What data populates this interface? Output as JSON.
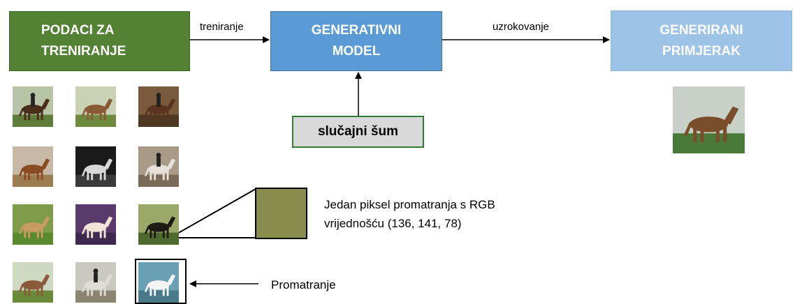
{
  "boxes": {
    "training_data": "PODACI ZA\nTRENIRANJE",
    "generative_model": "GENERATIVNI\nMODEL",
    "generated_sample": "GENERIRANI\nPRIMJERAK",
    "random_noise": "slučajni šum"
  },
  "edges": {
    "training": "treniranje",
    "sampling": "uzrokovanje"
  },
  "annotations": {
    "pixel_note": "Jedan piksel promatranja s RGB\nvrijednošću (136, 141, 78)",
    "observation": "Promatranje"
  },
  "colors": {
    "training_box": "#548235",
    "model_box": "#5b9bd5",
    "output_box": "#9dc3e6",
    "noise_box": "#d9d9d9",
    "pixel_swatch": "#888d4e"
  },
  "training_images": [
    {
      "bg": "#b8c4a6",
      "ground": "#5e7d3a",
      "horse": "#4a2d1a",
      "rider": true
    },
    {
      "bg": "#c9d2b5",
      "ground": "#6d8a3e",
      "horse": "#8a5a34",
      "rider": false
    },
    {
      "bg": "#7a5a3c",
      "ground": "#4e3a22",
      "horse": "#5a3420",
      "rider": true
    },
    {
      "bg": "#c7b9a6",
      "ground": "#9c7d52",
      "horse": "#8a4a22",
      "rider": false
    },
    {
      "bg": "#1a1a1a",
      "ground": "#3a3a3a",
      "horse": "#d8d8d8",
      "rider": false
    },
    {
      "bg": "#a99a88",
      "ground": "#7a6a58",
      "horse": "#e6e0d8",
      "rider": true
    },
    {
      "bg": "#7f9c4c",
      "ground": "#5a8a2e",
      "horse": "#c89b62",
      "rider": false
    },
    {
      "bg": "#5a3a6a",
      "ground": "#3d2a4e",
      "horse": "#f0e4d8",
      "rider": false
    },
    {
      "bg": "#9aa868",
      "ground": "#4e6a2e",
      "horse": "#1e1a14",
      "rider": false
    },
    {
      "bg": "#cfd9c2",
      "ground": "#6a8a3a",
      "horse": "#8a5a3a",
      "rider": false
    },
    {
      "bg": "#c9c9c0",
      "ground": "#8a8470",
      "horse": "#e0dcd4",
      "rider": true
    },
    {
      "bg": "#6aa0b4",
      "ground": "#4a7a8a",
      "horse": "#f4f4f4",
      "rider": false
    }
  ],
  "generated_image": {
    "bg": "#c8d0c8",
    "ground": "#4a7a3a",
    "horse": "#7a4e2a",
    "rider": false
  }
}
